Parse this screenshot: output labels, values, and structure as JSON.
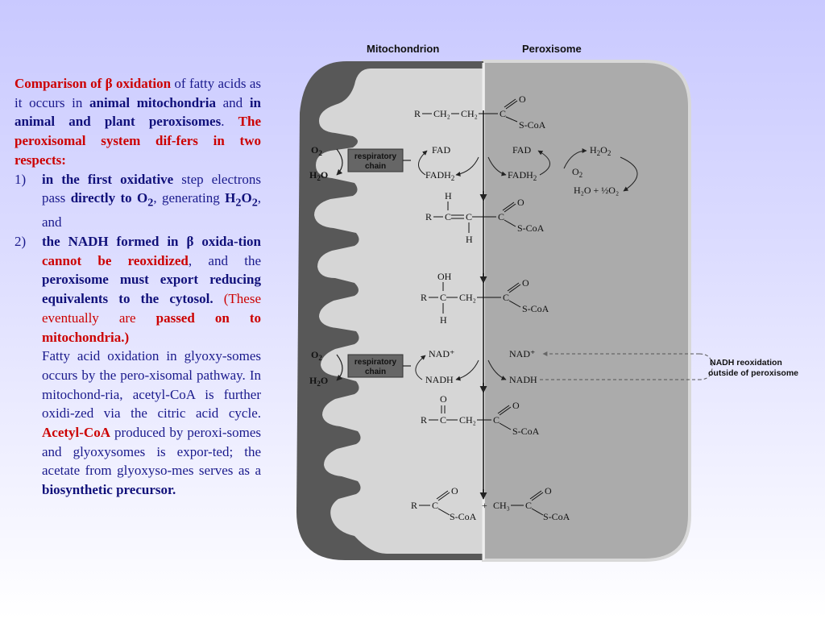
{
  "slide_text": {
    "p1": {
      "title_a": "Comparison of ",
      "beta": "β",
      "title_b": " oxidation",
      "t1": " of fatty acids as it occurs in ",
      "t2": "animal mitochondria",
      "t3": " and ",
      "t4": "in animal and plant peroxisomes",
      "t5": ".",
      "t6": "The peroxisomal system dif-fers in two respects:"
    },
    "item1": {
      "num": "1)",
      "a": "in the first oxidative",
      "b": " step electrons pass ",
      "c": "directly to O",
      "c_sub": "2",
      "d": ", generating ",
      "e": "H",
      "e_sub1": "2",
      "e2": "O",
      "e_sub2": "2",
      "f": ", and"
    },
    "item2": {
      "num": "2)",
      "a": "the NADH formed in ",
      "beta": "β",
      "a2": " oxida-tion ",
      "b": "cannot be reoxidized",
      "c": ", and the ",
      "d": "peroxisome must export reducing equivalents to the cytosol.",
      "e": " (These eventually are ",
      "f": "passed on to mitochondria.)"
    },
    "p3": {
      "a": "Fatty acid oxidation in glyoxy-somes occurs by the pero-xisomal pathway. In  mitochond-ria, acetyl-CoA is further oxidi-zed via the citric acid cycle. ",
      "b": "Acetyl-CoA",
      "c": " produced by  peroxi-somes and glyoxysomes is expor-ted; the acetate from glyoxyso-mes serves as a ",
      "d": "biosynthetic precursor."
    }
  },
  "figure": {
    "header_left": "Mitochondrion",
    "header_right": "Peroxisome",
    "resp_chain_1a": "respiratory",
    "resp_chain_1b": "chain",
    "resp_chain_2a": "respiratory",
    "resp_chain_2b": "chain",
    "o2": "O",
    "o2_sub": "2",
    "h2o_h": "H",
    "h2o_sub": "2",
    "h2o_o": "O",
    "fad": "FAD",
    "fadh2": "FADH",
    "fadh2_sub": "2",
    "h2o2": "H",
    "h2o2_sub1": "2",
    "h2o2_o": "O",
    "h2o2_sub2": "2",
    "o2_right": "O",
    "h2o_half_o2": "H₂O + ½O₂",
    "nad_plus": "NAD⁺",
    "nadh": "NADH",
    "nadh_note_1": "NADH reoxidation",
    "nadh_note_2": "outside of peroxisome",
    "s_coa": "S-CoA",
    "r": "R",
    "c": "C",
    "h": "H",
    "o": "O",
    "oh": "OH",
    "ch2": "CH₂",
    "ch3": "CH₃",
    "plus": "+"
  }
}
